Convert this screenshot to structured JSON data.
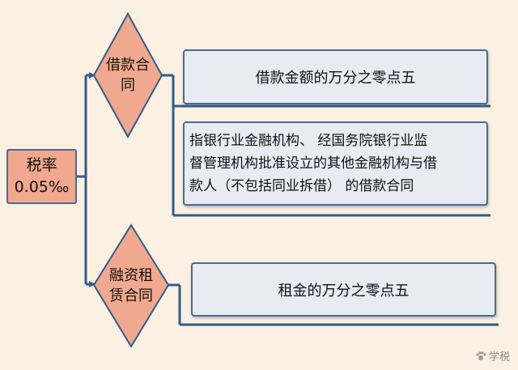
{
  "root": {
    "line1": "税率",
    "line2": "0.05‰"
  },
  "diamond_top": {
    "line1": "借款合",
    "line2": "同"
  },
  "diamond_bottom": {
    "line1": "融资租",
    "line2": "赁合同"
  },
  "box_loan_rate": "借款金额的万分之零点五",
  "box_loan_scope": {
    "line1": "指银行业金融机构、 经国务院银行业监",
    "line2": "督管理机构批准设立的其他金融机构与借",
    "line3": "款人（不包括同业拆借） 的借款合同"
  },
  "box_lease_rate": "租金的万分之零点五",
  "watermark": "学税",
  "colors": {
    "background": "#fbf0e1",
    "accent_fill": "#f0a88e",
    "box_fill": "#e8ebf1",
    "line": "#2f5d8c"
  }
}
